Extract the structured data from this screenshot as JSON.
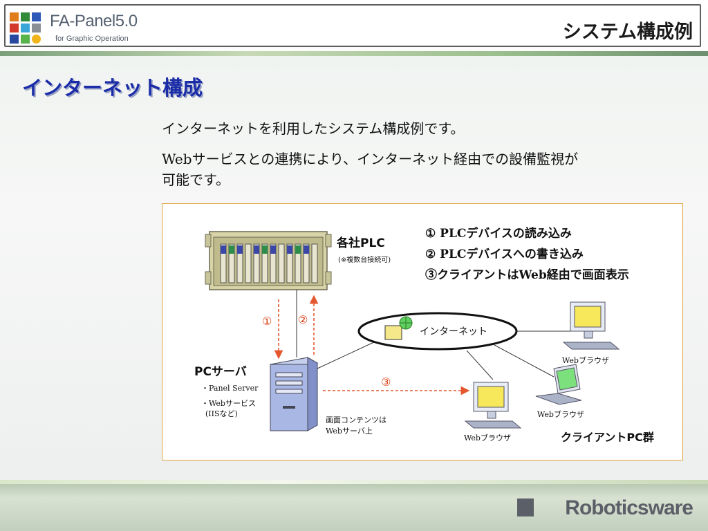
{
  "header": {
    "brand_name": "FA-Panel5.0",
    "brand_sub": "for Graphic Operation",
    "page_title": "システム構成例"
  },
  "section_title": "インターネット構成",
  "intro": {
    "line1": "インターネットを利用したシステム構成例です。",
    "line2": "Webサービスとの連携により、インターネット経由での設備監視が",
    "line3": "可能です。"
  },
  "diagram": {
    "plc_label": "各社PLC",
    "plc_note": "(※複数台接続可)",
    "steps": [
      "① PLCデバイスの読み込み",
      "② PLCデバイスへの書き込み",
      "③クライアントはWeb経由で画面表示"
    ],
    "marker_1": "①",
    "marker_2": "②",
    "marker_3": "③",
    "internet_label": "インターネット",
    "server_label": "PCサーバ",
    "server_items": [
      "・Panel Server",
      "・Webサービス",
      "(IISなど)"
    ],
    "content_note_1": "画面コンテンツは",
    "content_note_2": "Webサーバ上",
    "browser_label": "Webブラウザ",
    "client_group_label": "クライアントPC群"
  },
  "footer": {
    "vendor": "Roboticsware"
  },
  "colors": {
    "title_blue": "#1a2ca8",
    "arrow_red": "#e4572e",
    "diagram_border": "#e3a23c"
  }
}
